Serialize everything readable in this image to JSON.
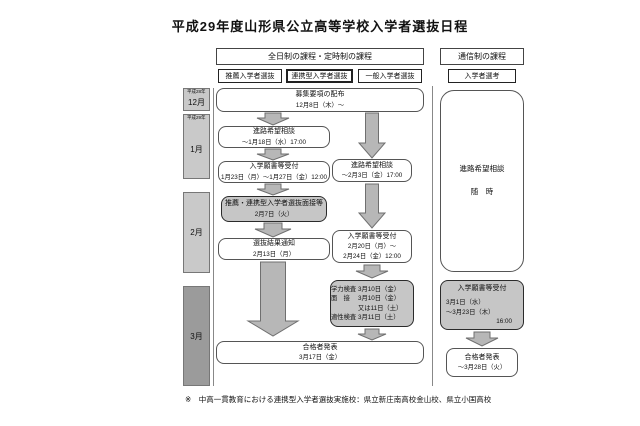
{
  "title": "平成29年度山形県公立高等学校入学者選抜日程",
  "headers": {
    "fulltime": "全日制の課程・定時制の課程",
    "correspondence": "通信制の課程"
  },
  "tabs": {
    "suisen": "推薦入学者選抜",
    "renkei": "連携型入学者選抜",
    "ippan": "一般入学者選抜",
    "senko": "入学者選考"
  },
  "timeline": {
    "months": [
      {
        "year": "平成28年",
        "month": "12月"
      },
      {
        "year": "平成29年",
        "month": "1月"
      },
      {
        "year": "",
        "month": "2月"
      },
      {
        "year": "",
        "month": "3月"
      }
    ]
  },
  "fulltime_flow": {
    "boshu": {
      "title": "募集要項の配布",
      "date": "12月8日（木）～"
    },
    "suisen_path": {
      "soudan": {
        "title": "進路希望相談",
        "date": "～1月18日（水）17:00"
      },
      "uketsuke": {
        "title": "入学願書等受付",
        "date": "1月23日（月）～1月27日（金）12:00"
      },
      "mensetsu": {
        "title": "推薦・連携型入学者選抜面接等",
        "date": "2月7日（火）"
      },
      "kekka": {
        "title": "選抜結果通知",
        "date": "2月13日（月）"
      }
    },
    "ippan_path": {
      "soudan": {
        "title": "進路希望相談",
        "date": "～2月3日（金）17:00"
      },
      "uketsuke": {
        "title": "入学願書等受付",
        "date1": "2月20日（月）～",
        "date2": "2月24日（金）12:00"
      },
      "kensa": {
        "rows": [
          {
            "label": "学力検査",
            "value": "3月10日（金）"
          },
          {
            "label": "面　接",
            "value": "3月10日（金）"
          },
          {
            "label": "",
            "value": "又は11日（土）"
          },
          {
            "label": "適性検査",
            "value": "3月11日（土）"
          }
        ]
      }
    },
    "goukaku": {
      "title": "合格者発表",
      "date": "3月17日（金）"
    }
  },
  "correspondence_flow": {
    "soudan": {
      "title": "進路希望相談",
      "date": "随　時"
    },
    "uketsuke": {
      "title": "入学願書等受付",
      "date1": "3月1日（水）",
      "date2": "～3月23日（木）",
      "date3": "16:00"
    },
    "goukaku": {
      "title": "合格者発表",
      "date": "～3月28日（火）"
    }
  },
  "note": "※　中高一貫教育における連携型入学者選抜実施校：県立新庄南高校金山校、県立小国高校",
  "colors": {
    "highlight_gray": "#c6c6c6",
    "month_gray": "#c9c9c9",
    "month_dark": "#9b9b9b",
    "arrow_gray": "#b7b7b7"
  }
}
